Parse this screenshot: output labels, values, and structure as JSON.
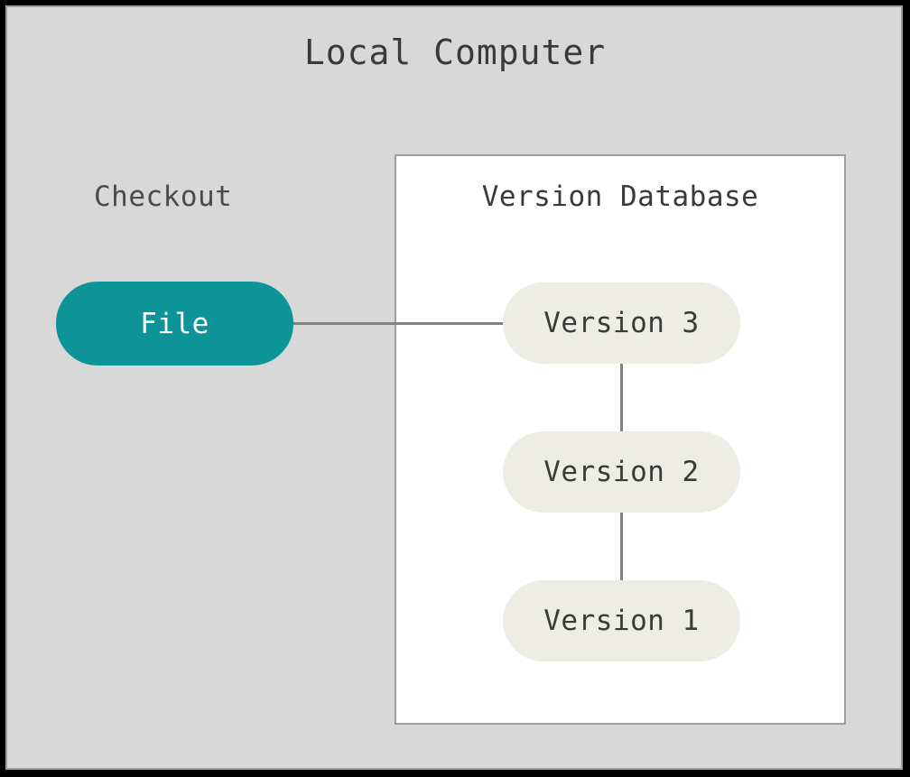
{
  "diagram": {
    "type": "flowchart",
    "container": {
      "title": "Local Computer",
      "background_color": "#d8d8d8",
      "border_color": "#9e9e9e"
    },
    "clusters": [
      {
        "id": "checkout",
        "label": "Checkout",
        "background_color": "#d8d8d8"
      },
      {
        "id": "version-database",
        "label": "Version Database",
        "background_color": "#ffffff",
        "border_color": "#9e9e9e"
      }
    ],
    "nodes": [
      {
        "id": "file",
        "label": "File",
        "cluster": "checkout",
        "fill_color": "#0c9499",
        "text_color": "#ffffff",
        "shape": "stadium"
      },
      {
        "id": "version3",
        "label": "Version 3",
        "cluster": "version-database",
        "fill_color": "#edede5",
        "text_color": "#3a3a38",
        "shape": "stadium"
      },
      {
        "id": "version2",
        "label": "Version 2",
        "cluster": "version-database",
        "fill_color": "#edede5",
        "text_color": "#3a3a38",
        "shape": "stadium"
      },
      {
        "id": "version1",
        "label": "Version 1",
        "cluster": "version-database",
        "fill_color": "#edede5",
        "text_color": "#3a3a38",
        "shape": "stadium"
      }
    ],
    "edges": [
      {
        "from": "file",
        "to": "version3",
        "orientation": "horizontal",
        "color": "#83827e"
      },
      {
        "from": "version3",
        "to": "version2",
        "orientation": "vertical",
        "color": "#83827e"
      },
      {
        "from": "version2",
        "to": "version1",
        "orientation": "vertical",
        "color": "#83827e"
      }
    ]
  }
}
